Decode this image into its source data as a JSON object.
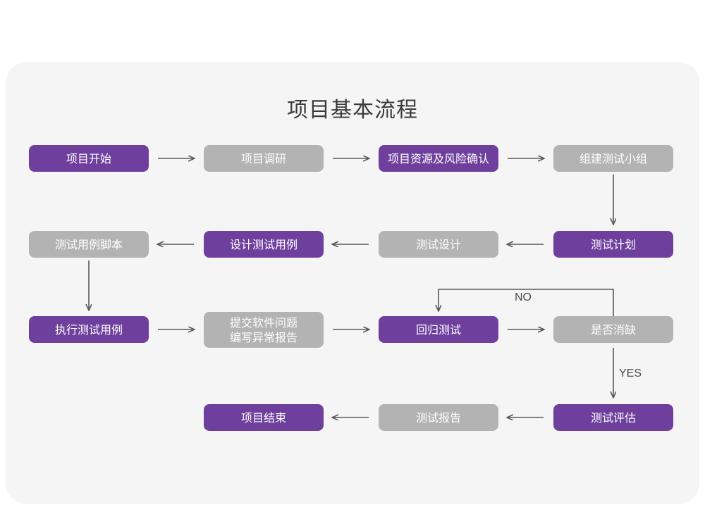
{
  "title": "项目基本流程",
  "colors": {
    "page_background": "#ffffff",
    "panel_background": "#f5f5f5",
    "active_node": "#6f3f9e",
    "inactive_node": "#b3b3b3",
    "node_text": "#ffffff",
    "title_text": "#3b3b3b",
    "connector": "#595959"
  },
  "nodes": [
    {
      "id": "n1",
      "label": "项目开始",
      "state": "active",
      "row": 1,
      "col": 1
    },
    {
      "id": "n2",
      "label": "项目调研",
      "state": "inactive",
      "row": 1,
      "col": 2
    },
    {
      "id": "n3",
      "label": "项目资源及风险确认",
      "state": "active",
      "row": 1,
      "col": 3
    },
    {
      "id": "n4",
      "label": "组建测试小组",
      "state": "inactive",
      "row": 1,
      "col": 4
    },
    {
      "id": "n5",
      "label": "测试用例脚本",
      "state": "inactive",
      "row": 2,
      "col": 1
    },
    {
      "id": "n6",
      "label": "设计测试用例",
      "state": "active",
      "row": 2,
      "col": 2
    },
    {
      "id": "n7",
      "label": "测试设计",
      "state": "inactive",
      "row": 2,
      "col": 3
    },
    {
      "id": "n8",
      "label": "测试计划",
      "state": "active",
      "row": 2,
      "col": 4
    },
    {
      "id": "n9",
      "label": "执行测试用例",
      "state": "active",
      "row": 3,
      "col": 1
    },
    {
      "id": "n10",
      "label": "提交软件问题\n编写异常报告",
      "state": "inactive",
      "row": 3,
      "col": 2
    },
    {
      "id": "n11",
      "label": "回归测试",
      "state": "active",
      "row": 3,
      "col": 3
    },
    {
      "id": "n12",
      "label": "是否消缺",
      "state": "inactive",
      "row": 3,
      "col": 4
    },
    {
      "id": "n13",
      "label": "项目结束",
      "state": "active",
      "row": 4,
      "col": 2
    },
    {
      "id": "n14",
      "label": "测试报告",
      "state": "inactive",
      "row": 4,
      "col": 3
    },
    {
      "id": "n15",
      "label": "测试评估",
      "state": "active",
      "row": 4,
      "col": 4
    }
  ],
  "edges": [
    {
      "from": "n1",
      "to": "n2",
      "label": "",
      "direction": "right"
    },
    {
      "from": "n2",
      "to": "n3",
      "label": "",
      "direction": "right"
    },
    {
      "from": "n3",
      "to": "n4",
      "label": "",
      "direction": "right"
    },
    {
      "from": "n4",
      "to": "n8",
      "label": "",
      "direction": "down"
    },
    {
      "from": "n8",
      "to": "n7",
      "label": "",
      "direction": "left"
    },
    {
      "from": "n7",
      "to": "n6",
      "label": "",
      "direction": "left"
    },
    {
      "from": "n6",
      "to": "n5",
      "label": "",
      "direction": "left"
    },
    {
      "from": "n5",
      "to": "n9",
      "label": "",
      "direction": "down"
    },
    {
      "from": "n9",
      "to": "n10",
      "label": "",
      "direction": "right"
    },
    {
      "from": "n10",
      "to": "n11",
      "label": "",
      "direction": "right"
    },
    {
      "from": "n11",
      "to": "n12",
      "label": "",
      "direction": "right"
    },
    {
      "from": "n12",
      "to": "n11",
      "label": "NO",
      "direction": "loop-up-left"
    },
    {
      "from": "n12",
      "to": "n15",
      "label": "YES",
      "direction": "down"
    },
    {
      "from": "n15",
      "to": "n14",
      "label": "",
      "direction": "left"
    },
    {
      "from": "n14",
      "to": "n13",
      "label": "",
      "direction": "left"
    }
  ],
  "edge_labels": {
    "no": "NO",
    "yes": "YES"
  }
}
